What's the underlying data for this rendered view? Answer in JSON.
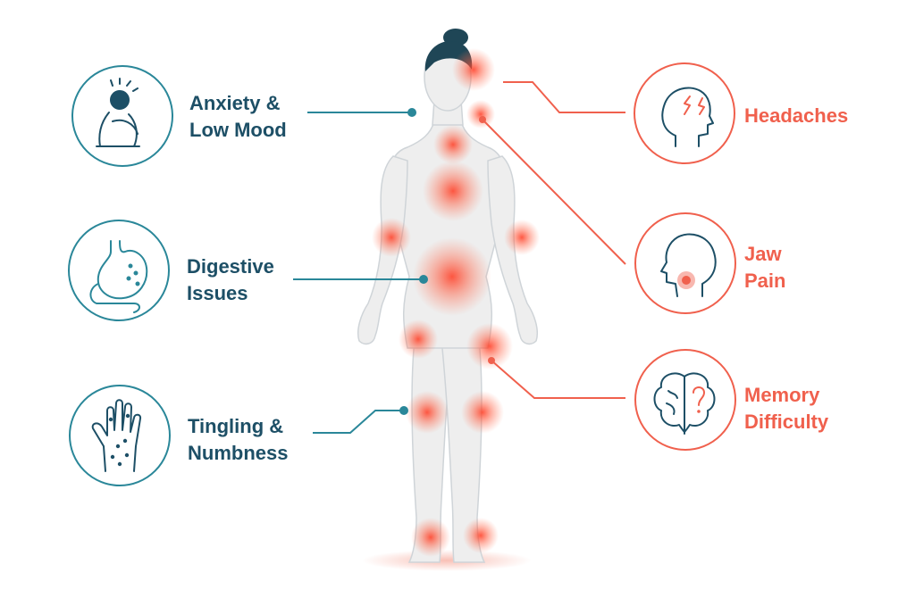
{
  "left_symptoms": [
    {
      "line1": "Anxiety &",
      "line2": "Low Mood",
      "icon": "anxiety-person-icon"
    },
    {
      "line1": "Digestive",
      "line2": "Issues",
      "icon": "stomach-icon"
    },
    {
      "line1": "Tingling &",
      "line2": "Numbness",
      "icon": "hand-tingling-icon"
    }
  ],
  "right_symptoms": [
    {
      "line1": "Headaches",
      "icon": "headache-icon"
    },
    {
      "line1": "Jaw",
      "line2": "Pain",
      "icon": "jaw-pain-icon"
    },
    {
      "line1": "Memory",
      "line2": "Difficulty",
      "icon": "brain-question-icon"
    }
  ],
  "colors": {
    "teal": "#1d4f66",
    "teal_line": "#2a8799",
    "coral": "#f0604d",
    "body_fill": "#eeeeee",
    "body_outline": "#cfd4d8",
    "hair": "#1f4656"
  }
}
